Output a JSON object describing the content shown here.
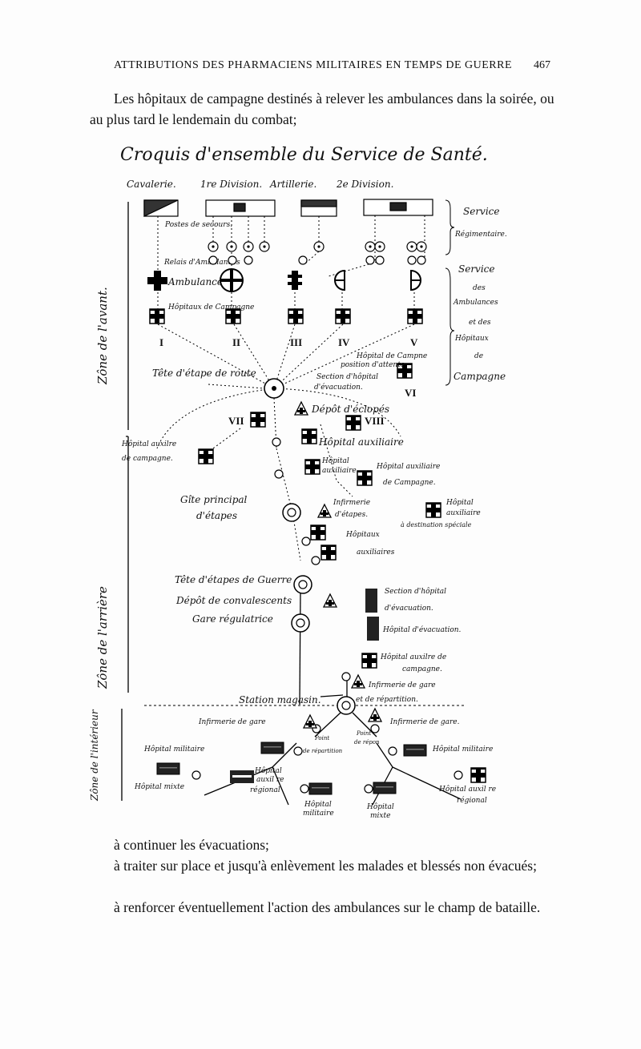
{
  "header": {
    "running_title": "ATTRIBUTIONS DES PHARMACIENS MILITAIRES EN TEMPS DE GUERRE",
    "page_number": "467"
  },
  "intro": "Les hôpitaux de campagne destinés à relever les ambulances dans la soirée, ou au plus tard le lendemain du combat;",
  "diagram": {
    "title": "Croquis d'ensemble du Service de Santé.",
    "columns": [
      "Cavalerie.",
      "1re Division.",
      "Artillerie.",
      "2e Division."
    ],
    "row_labels": {
      "postes": "Postes de secours.",
      "relais": "Relais d'Ambulances",
      "ambulances": "Ambulances",
      "hopitaux": "Hôpitaux de Campagne"
    },
    "numerals": [
      "I",
      "II",
      "III",
      "IV",
      "V",
      "VI",
      "VII",
      "VIII"
    ],
    "right": {
      "regimentaire_1": "Service",
      "regimentaire_2": "Régimentaire.",
      "amb_1": "Service",
      "amb_2": "des",
      "amb_3": "Ambulances",
      "amb_4": "et des",
      "amb_5": "Hôpitaux",
      "amb_6": "de",
      "amb_7": "Campagne"
    },
    "zones": {
      "avant": "Zône de l'avant.",
      "arriere": "Zône de l'arrière",
      "interieur": "Zône de l'intérieur"
    },
    "labels": {
      "tete_route": "Tête d'étape de route",
      "hop_attente_1": "Hôpital de Campne",
      "hop_attente_2": "position d'attente",
      "section_evac_1": "Section d'hôpital",
      "section_evac_2": "d'évacuation.",
      "depot_eclopes": "Dépôt d'éclopés",
      "hop_aux_camp_l_1": "Hôpital auxilre",
      "hop_aux_camp_l_2": "de campagne.",
      "hop_aux_1": "Hôpital auxiliaire",
      "hop_aux_2a": "Hôpital",
      "hop_aux_2b": "auxiliaire",
      "hop_aux_camp_r_1": "Hôpital auxiliaire",
      "hop_aux_camp_r_2": "de Campagne.",
      "gite_1": "Gîte principal",
      "gite_2": "d'étapes",
      "inf_etapes_1": "Infirmerie",
      "inf_etapes_2": "d'étapes.",
      "hop_dest_1": "Hôpital",
      "hop_dest_2": "auxiliaire",
      "hop_dest_3": "à destination spéciale",
      "hop_auxs_1": "Hôpitaux",
      "hop_auxs_2": "auxiliaires",
      "tete_guerre": "Tête d'étapes de Guerre",
      "depot_conv": "Dépôt de convalescents",
      "gare_reg": "Gare régulatrice",
      "section_evac2_1": "Section d'hôpital",
      "section_evac2_2": "d'évacuation.",
      "hop_evac": "Hôpital d'évacuation.",
      "hop_aux_camp3_1": "Hôpital auxilre de",
      "hop_aux_camp3_2": "campagne.",
      "inf_gare_rep_1": "Infirmerie de gare",
      "inf_gare_rep_2": "et de répartition.",
      "station": "Station magasin.",
      "inf_gare_l": "Infirmerie de gare",
      "inf_gare_r": "Infirmerie de gare.",
      "point_rep_l_1": "Point",
      "point_rep_l_2": "de répartition",
      "point_rep_r_1": "Point",
      "point_rep_r_2": "de répon",
      "hop_mil_l": "Hôpital militaire",
      "hop_mil_r": "Hôpital militaire",
      "hop_mixte_l": "Hôpital mixte",
      "hop_aux_reg_l_1": "Hôpital",
      "hop_aux_reg_l_2": "auxil re",
      "hop_aux_reg_l_3": "régional",
      "hop_mil_b_1": "Hôpital",
      "hop_mil_b_2": "militaire",
      "hop_mixte_b_1": "Hôpital",
      "hop_mixte_b_2": "mixte",
      "hop_aux_reg_r_1": "Hôpital auxil re",
      "hop_aux_reg_r_2": "régional"
    }
  },
  "list": [
    "à continuer les évacuations;",
    "à traiter sur place et jusqu'à enlèvement les malades et blessés non évacués;",
    "à renforcer éventuellement l'action des ambulances sur le champ de bataille."
  ]
}
